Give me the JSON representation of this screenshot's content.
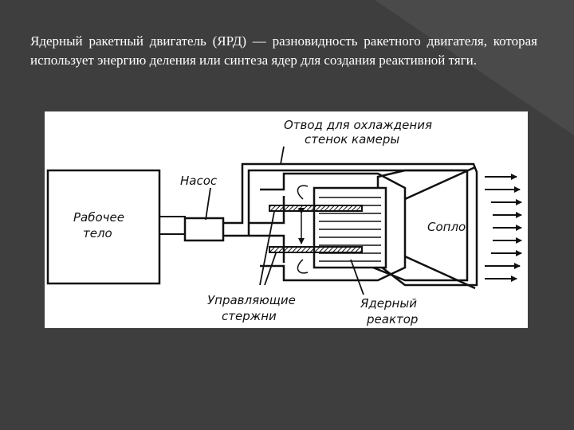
{
  "slide": {
    "text": "Ядерный ракетный двигатель (ЯРД) — разновидность ракетного двигателя, которая использует энергию деления или синтеза ядер для создания реактивной тяги."
  },
  "diagram": {
    "labels": {
      "coolant_line1": "Отвод для охлаждения",
      "coolant_line2": "стенок камеры",
      "pump": "Насос",
      "fluid_line1": "Рабочее",
      "fluid_line2": "тело",
      "nozzle": "Сопло",
      "rods_line1": "Управляющие",
      "rods_line2": "стержни",
      "reactor_line1": "Ядерный",
      "reactor_line2": "реактор"
    }
  },
  "colors": {
    "background": "#3e3e3e",
    "text": "#ffffff",
    "figure_bg": "#ffffff",
    "ink": "#111111"
  }
}
